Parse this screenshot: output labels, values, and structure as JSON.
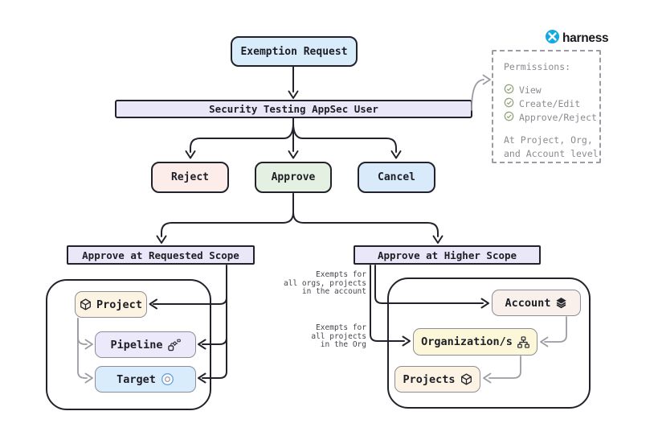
{
  "brand": {
    "name": "harness",
    "color": "#12a9e6"
  },
  "flow": {
    "start": "Exemption Request",
    "actor": "Security Testing AppSec User",
    "decisions": [
      {
        "label": "Reject"
      },
      {
        "label": "Approve"
      },
      {
        "label": "Cancel"
      }
    ]
  },
  "permissions_panel": {
    "title": "Permissions:",
    "items": [
      "View",
      "Create/Edit",
      "Approve/Reject"
    ],
    "footer_lines": [
      "At Project, Org,",
      "and Account level"
    ]
  },
  "requested_scope": {
    "header": "Approve at Requested Scope",
    "nodes": [
      {
        "label": "Project",
        "icon": "cube"
      },
      {
        "label": "Pipeline",
        "icon": "pipeline"
      },
      {
        "label": "Target",
        "icon": "target"
      }
    ]
  },
  "higher_scope": {
    "header": "Approve at Higher Scope",
    "nodes": [
      {
        "label": "Account",
        "icon": "layers"
      },
      {
        "label": "Organization/s",
        "icon": "org-chart"
      },
      {
        "label": "Projects",
        "icon": "cube"
      }
    ],
    "annotations": [
      {
        "lines": [
          "Exempts for",
          "all orgs, projects",
          "in the account"
        ]
      },
      {
        "lines": [
          "Exempts for",
          "all projects",
          "in the Org"
        ]
      }
    ]
  },
  "palette": {
    "reject": "#fcedeb",
    "approve": "#e4f1e2",
    "cancel": "#d9eafa",
    "node_blue": "#d9ecfb",
    "lavender": "#eae8f8",
    "cream": "#fdf3e3",
    "yellow": "#fcf7d9",
    "rose": "#f9efeb"
  }
}
